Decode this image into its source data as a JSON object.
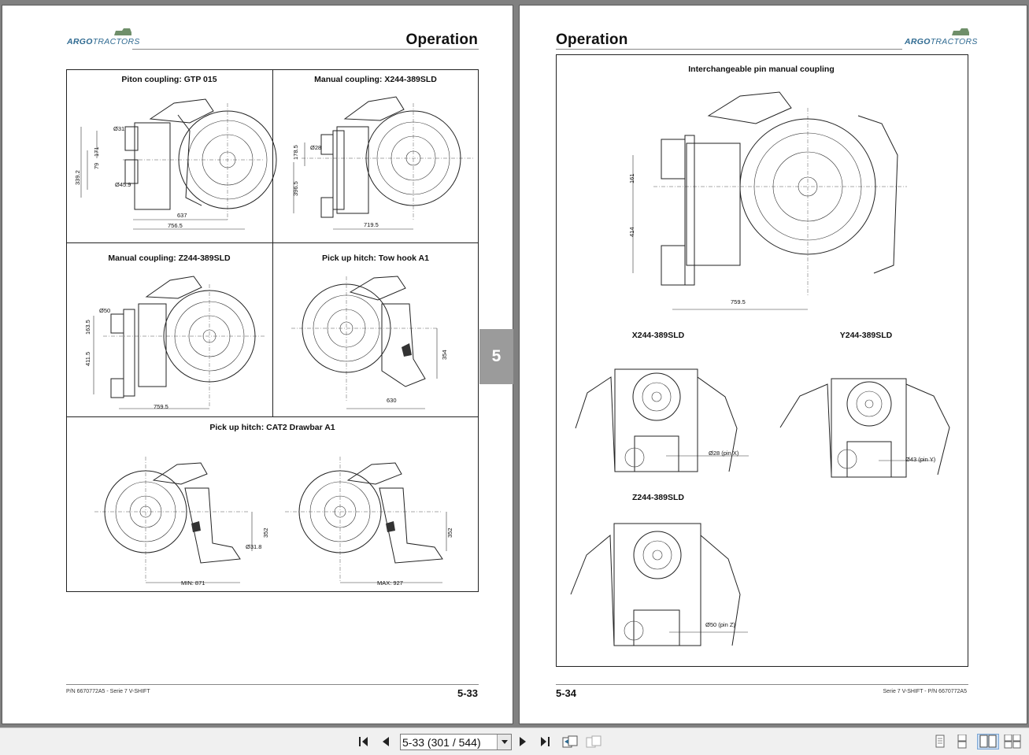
{
  "left_page": {
    "logo": {
      "bold": "ARGO",
      "thin": "TRACTORS"
    },
    "heading": "Operation",
    "cells": [
      {
        "title": "Piton coupling: GTP 015",
        "dims": {
          "d1": "Ø31",
          "d2": "171",
          "d3": "79",
          "d4": "339.2",
          "d5": "Ø45.9",
          "d6": "637",
          "d7": "756.5"
        }
      },
      {
        "title": "Manual coupling: X244-389SLD",
        "dims": {
          "d1": "Ø28",
          "d2": "178.5",
          "d3": "396.5",
          "d4": "719.5"
        }
      },
      {
        "title": "Manual coupling: Z244-389SLD",
        "dims": {
          "d1": "Ø50",
          "d2": "163.5",
          "d3": "411.5",
          "d4": "759.5"
        }
      },
      {
        "title": "Pick up hitch: Tow hook A1",
        "dims": {
          "d1": "354",
          "d2": "630"
        }
      },
      {
        "title": "Pick up hitch: CAT2 Drawbar A1",
        "dims": {
          "d1": "352",
          "d2": "Ø31.8",
          "d3": "MIN: 871",
          "d4": "352",
          "d5": "MAX: 927"
        }
      }
    ],
    "footer": {
      "pn": "P/N 6670772A5 - Serie 7 V-SHIFT",
      "page_num": "5-33"
    },
    "side_tab": "5"
  },
  "right_page": {
    "logo": {
      "bold": "ARGO",
      "thin": "TRACTORS"
    },
    "heading": "Operation",
    "main_title": "Interchangeable pin manual coupling",
    "main_dims": {
      "d1": "161",
      "d2": "414",
      "d3": "759.5"
    },
    "subs": [
      {
        "label": "X244-389SLD",
        "pin": "Ø28 (pin X)"
      },
      {
        "label": "Y244-389SLD",
        "pin": "Ø43 (pin Y)"
      },
      {
        "label": "Z244-389SLD",
        "pin": "Ø50 (pin Z)"
      }
    ],
    "footer": {
      "pn": "Serie 7 V-SHIFT - P/N 6670772A5",
      "page_num": "5-34"
    }
  },
  "toolbar": {
    "page_value": "5-33 (301 / 544)",
    "first_icon": "first-page-icon",
    "prev_icon": "previous-page-icon",
    "next_icon": "next-page-icon",
    "last_icon": "last-page-icon",
    "view_icons": [
      "single-page-icon",
      "continuous-page-icon",
      "two-page-icon",
      "two-page-continuous-icon"
    ]
  },
  "colors": {
    "brand": "#2f6a91",
    "background": "#808080",
    "tab": "#9b9b9b"
  }
}
